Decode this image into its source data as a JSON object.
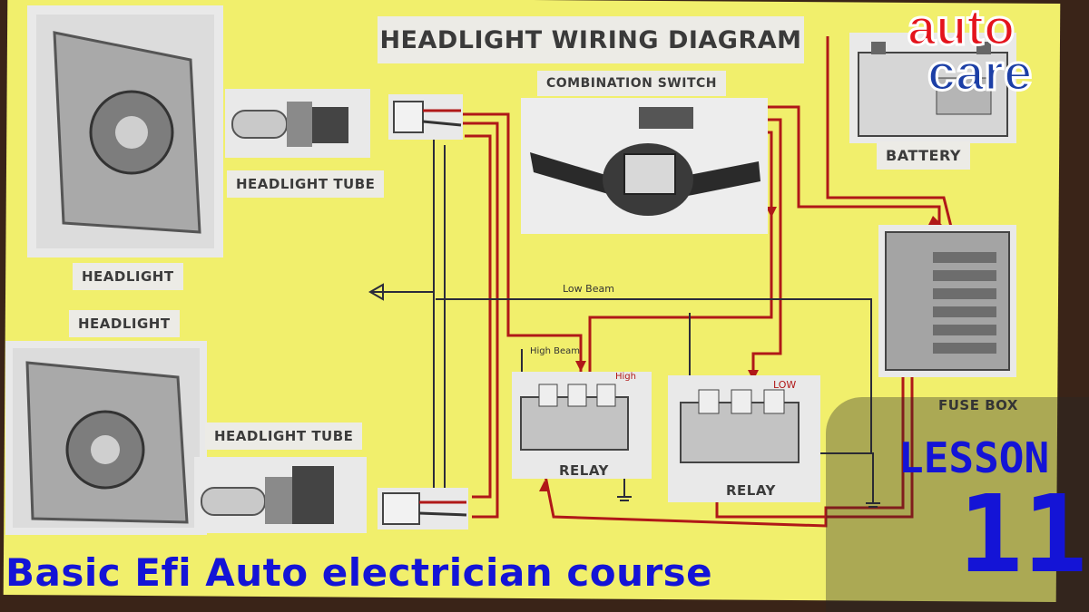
{
  "diagram": {
    "title": "HEADLIGHT WIRING DIAGRAM",
    "labels": {
      "combination_switch": "COMBINATION SWITCH",
      "battery": "BATTERY",
      "headlight_top": "HEADLIGHT",
      "headlight_bottom": "HEADLIGHT",
      "headlight_tube_top": "HEADLIGHT TUBE",
      "headlight_tube_bottom": "HEADLIGHT TUBE",
      "fuse_box": "FUSE BOX",
      "relay_left": "RELAY",
      "relay_right": "RELAY"
    },
    "annotations": {
      "low_beam": "Low Beam",
      "high_beam": "High Beam",
      "high": "High",
      "low": "LOW"
    }
  },
  "branding": {
    "logo_auto": "auto",
    "logo_care": "care",
    "lesson_word": "LESSON",
    "lesson_number": "11",
    "course_title": "Basic Efi Auto electrician course"
  },
  "colors": {
    "board": "#f1ef6c",
    "wire_red": "#b01818",
    "wire_dark": "#2b2b3a",
    "caption_blue": "#1414d6",
    "logo_red": "#e4141c",
    "logo_blue": "#1c3fa6"
  }
}
